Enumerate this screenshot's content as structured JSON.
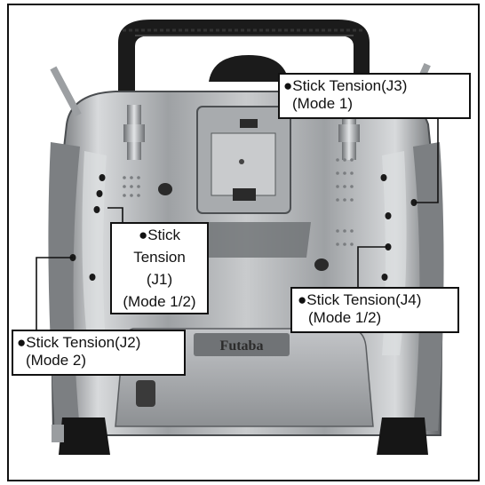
{
  "product": {
    "brand": "Futaba"
  },
  "callouts": {
    "j3": {
      "line1": "●Stick Tension(J3)",
      "line2": "(Mode 1)"
    },
    "j1": {
      "line1": "●Stick",
      "line2": "Tension",
      "line3": "(J1)",
      "line4": "(Mode 1/2)"
    },
    "j4": {
      "line1": "●Stick Tension(J4)",
      "line2": "(Mode 1/2)"
    },
    "j2": {
      "line1": "●Stick Tension(J2)",
      "line2": "(Mode 2)"
    }
  },
  "colors": {
    "body_silver": "#b9bcbf",
    "body_dark": "#6e7174",
    "handle_black": "#1b1b1b",
    "border": "#111111"
  }
}
